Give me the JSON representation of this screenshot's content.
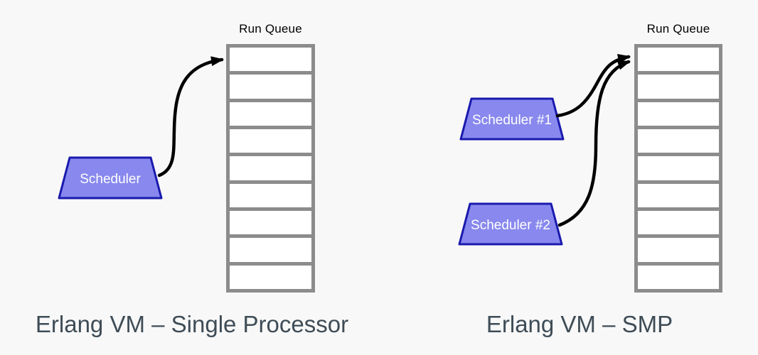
{
  "colors": {
    "background": "#f8f8f8",
    "queue_border": "#8c8c8c",
    "queue_cell": "#ffffff",
    "queue_label": "#000000",
    "trapezoid_fill": "#8888ee",
    "trapezoid_border": "#1a1aae",
    "trapezoid_text": "#ffffff",
    "arrow": "#000000",
    "caption": "#3e4c56"
  },
  "left_diagram": {
    "queue_label": "Run Queue",
    "queue_cells": 9,
    "schedulers": [
      {
        "label": "Scheduler"
      }
    ],
    "caption": "Erlang VM – Single Processor"
  },
  "right_diagram": {
    "queue_label": "Run Queue",
    "queue_cells": 9,
    "schedulers": [
      {
        "label": "Scheduler #1"
      },
      {
        "label": "Scheduler #2"
      }
    ],
    "caption": "Erlang VM – SMP"
  }
}
